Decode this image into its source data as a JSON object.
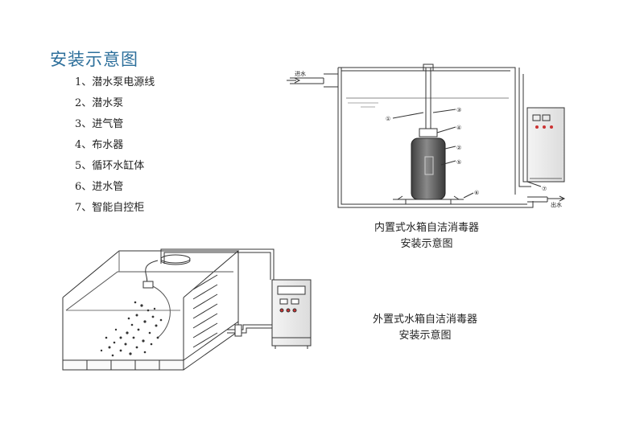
{
  "title": "安装示意图",
  "legend": [
    "1、潜水泵电源线",
    "2、潜水泵",
    "3、进气管",
    "4、布水器",
    "5、循环水缸体",
    "6、进水管",
    "7、智能自控柜"
  ],
  "inner_diagram": {
    "caption_line1": "内置式水箱自洁消毒器",
    "caption_line2": "安装示意图",
    "inlet_label": "进水",
    "outlet_label": "出水",
    "markers": [
      "①",
      "②",
      "③",
      "④",
      "⑤",
      "⑥",
      "⑦"
    ]
  },
  "outer_diagram": {
    "caption_line1": "外置式水箱自洁消毒器",
    "caption_line2": "安装示意图"
  },
  "colors": {
    "title": "#2d6f9b",
    "line": "#333333",
    "cylinder": "#6b6b6b"
  }
}
